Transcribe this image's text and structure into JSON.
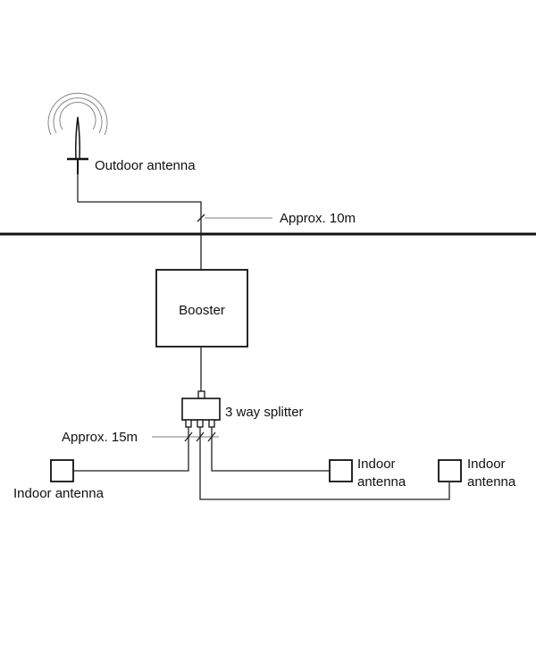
{
  "diagram": {
    "title": "",
    "outdoor_antenna": {
      "label": "Outdoor antenna"
    },
    "cable_top": {
      "length_label": "Approx. 10m"
    },
    "booster": {
      "label": "Booster"
    },
    "splitter": {
      "label": "3 way splitter",
      "outputs": 3
    },
    "cable_bottom": {
      "length_label": "Approx. 15m"
    },
    "indoor_antennas": [
      {
        "label_line1": "Indoor antenna",
        "label_line2": ""
      },
      {
        "label_line1": "Indoor",
        "label_line2": "antenna"
      },
      {
        "label_line1": "Indoor",
        "label_line2": "antenna"
      }
    ],
    "colors": {
      "line": "#222222",
      "leader": "#999999",
      "floor": "#111111"
    }
  }
}
